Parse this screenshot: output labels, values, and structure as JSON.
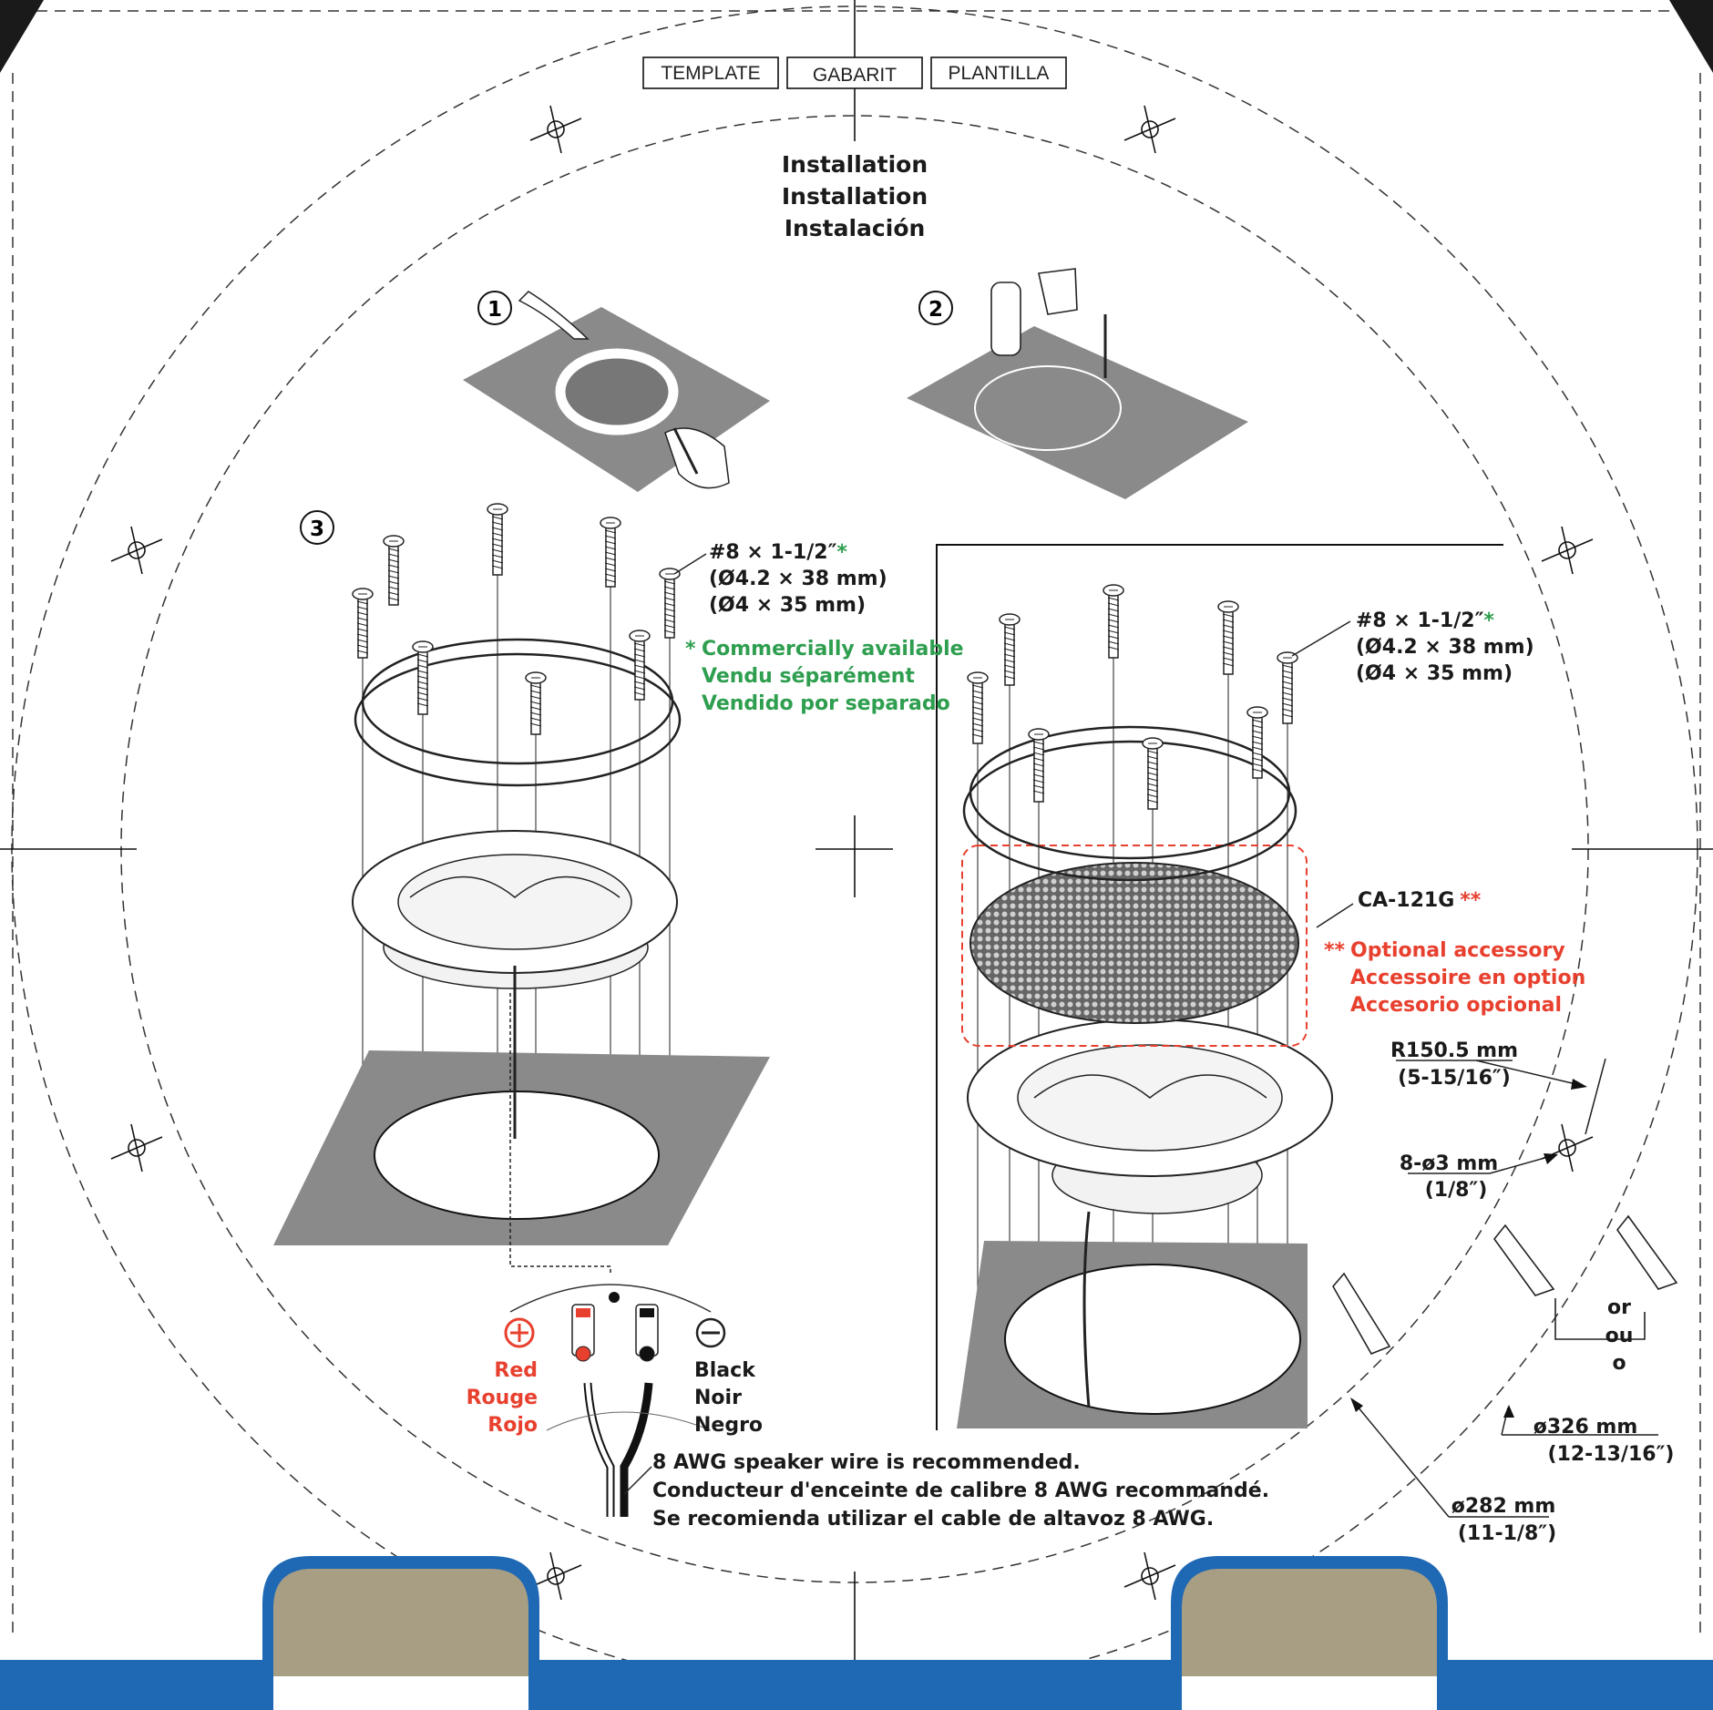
{
  "header": {
    "tabs": [
      "TEMPLATE",
      "GABARIT",
      "PLANTILLA"
    ],
    "title": [
      "Installation",
      "Installation",
      "Instalación"
    ]
  },
  "steps": {
    "step1": "1",
    "step2": "2",
    "step3": "3"
  },
  "screw_spec": {
    "size": "#8 × 1-1/2″",
    "star": "*",
    "metric_a": "(Ø4.2 × 38 mm)",
    "metric_b": "(Ø4 × 35 mm)"
  },
  "commercial_note": {
    "star": "*",
    "lines": [
      "Commercially available",
      "Vendu séparément",
      "Vendido por separado"
    ]
  },
  "accessory": {
    "model": "CA-121G",
    "stars": "**",
    "lines": [
      "Optional accessory",
      "Accessoire en option",
      "Accesorio opcional"
    ]
  },
  "polarity": {
    "positive": [
      "Red",
      "Rouge",
      "Rojo"
    ],
    "negative": [
      "Black",
      "Noir",
      "Negro"
    ]
  },
  "wire_note": [
    "8 AWG speaker wire is recommended.",
    "Conducteur d'enceinte de calibre 8 AWG recommandé.",
    "Se recomienda utilizar el cable de altavoz 8 AWG."
  ],
  "dimensions": {
    "radius": {
      "value": "R150.5 mm",
      "inch": "(5-15/16″)"
    },
    "holes": {
      "value": "8-ø3 mm",
      "inch": "(1/8″)"
    },
    "outer": {
      "value": "ø326 mm",
      "inch": "(12-13/16″)"
    },
    "inner": {
      "value": "ø282 mm",
      "inch": "(11-1/8″)"
    }
  },
  "cutter_options": [
    "or",
    "ou",
    "o"
  ],
  "colors": {
    "accent_green": "#2e9e4f",
    "accent_red": "#e8402e",
    "box_blue": "#1f68b4",
    "cardboard": "#a89e84",
    "panel_gray": "#8a8a8a"
  }
}
